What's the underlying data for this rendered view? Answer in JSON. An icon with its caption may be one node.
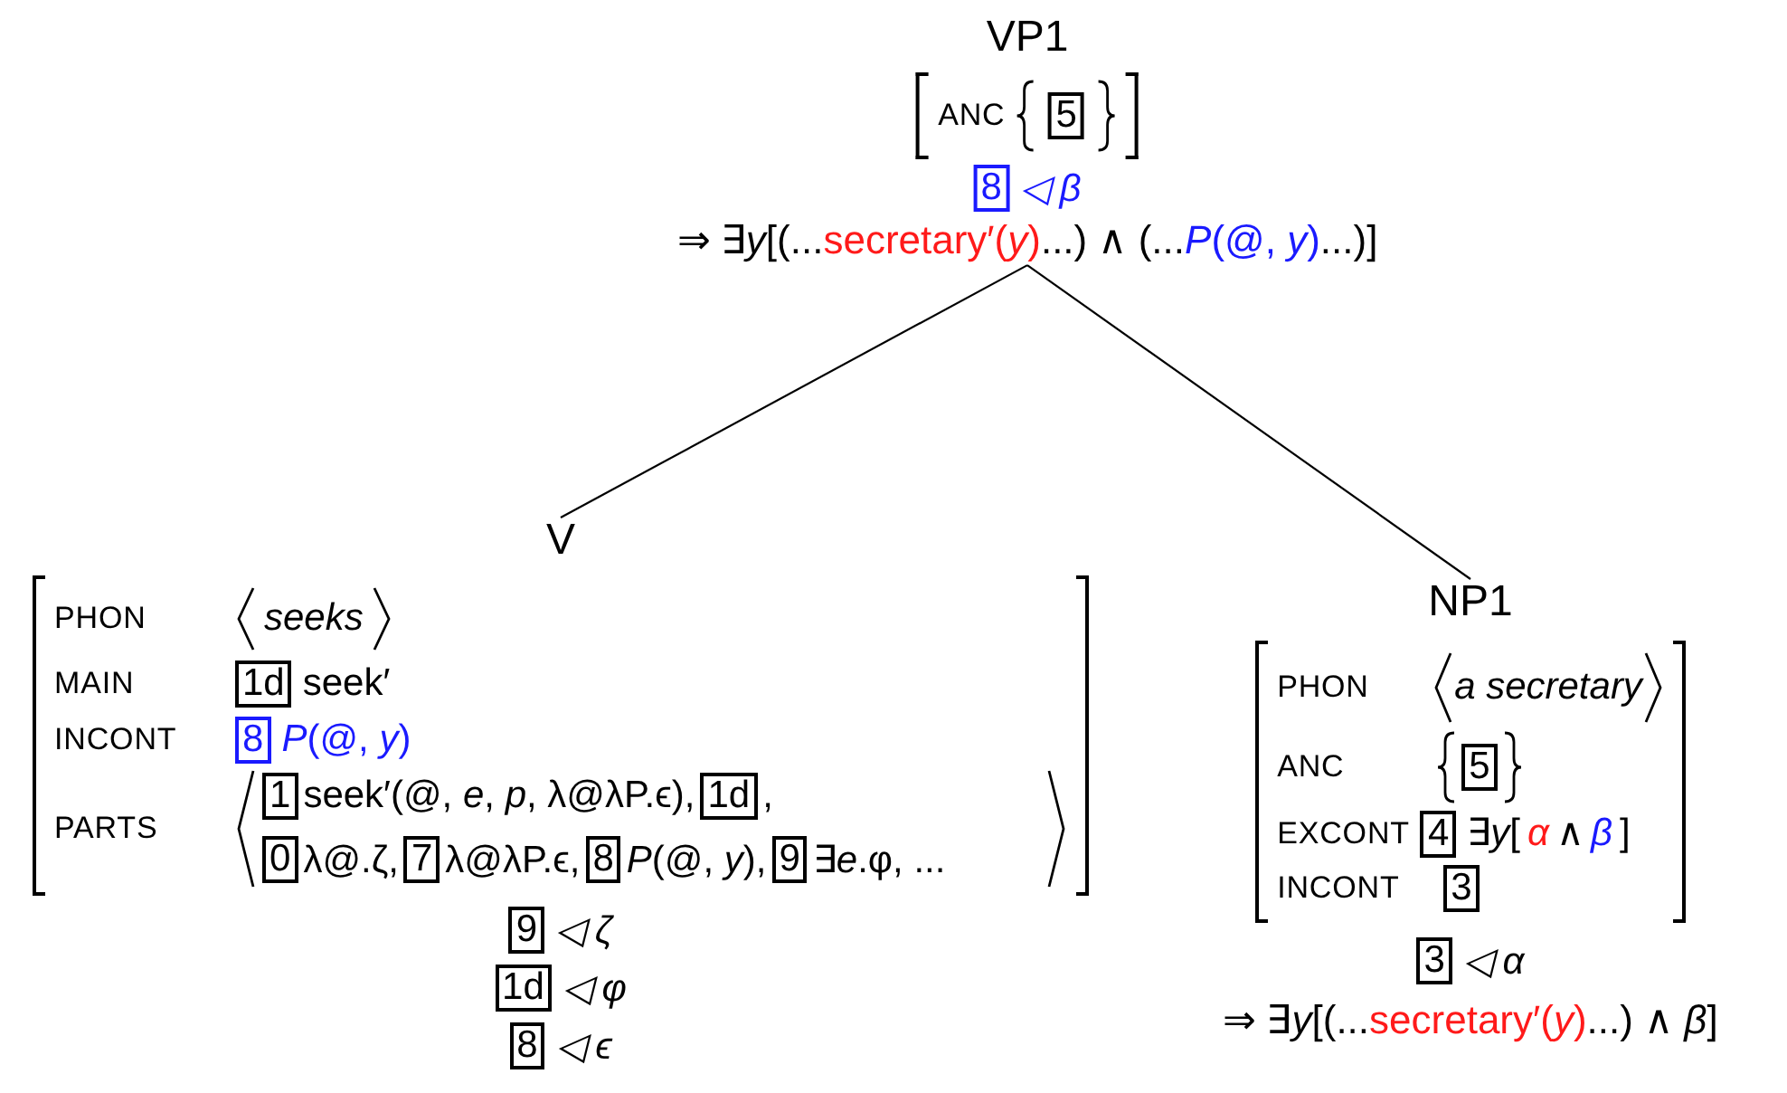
{
  "diagram": {
    "nodes": [
      {
        "text": [
          "VP1"
        ]
      },
      {
        "text": [
          "ANC"
        ]
      },
      {
        "text": [
          "5"
        ],
        "in": 1
      },
      {
        "text": [
          "8"
        ],
        "beside": [
          "◁ *β*"
        ]
      },
      {
        "text": [
          "⇒ ∃*y*[(...",
          "secretary′(*y*)",
          "...) ∧ (...",
          "*P*(@, *y*)",
          "...)]"
        ]
      },
      {
        "text": [
          "V"
        ]
      },
      {
        "text": [
          "PHON",
          "seeks",
          "MAIN",
          "seek′",
          "INCONT",
          "*P*(@, *y*)",
          "PARTS",
          "seek′(@, *e*, *p*, λ@λP.ϵ),",
          ",",
          "λ@.ζ,",
          "λ@λP.ϵ,",
          "*P*(@, *y*),",
          "∃*e*.φ, ..."
        ]
      },
      {
        "text": [
          "1d"
        ],
        "in": 6
      },
      {
        "text": [
          "8"
        ],
        "in": 6
      },
      {
        "text": [
          "1"
        ],
        "in": 6
      },
      {
        "text": [
          "1d"
        ],
        "in": 6
      },
      {
        "text": [
          "0"
        ],
        "in": 6
      },
      {
        "text": [
          "7"
        ],
        "in": 6
      },
      {
        "text": [
          "8"
        ],
        "in": 6
      },
      {
        "text": [
          "9"
        ],
        "in": 6
      },
      {
        "text": [
          "9"
        ],
        "beside": [
          "◁ ζ"
        ]
      },
      {
        "text": [
          "1d"
        ],
        "beside": [
          "◁ φ"
        ]
      },
      {
        "text": [
          "8"
        ],
        "beside": [
          "◁ ϵ"
        ]
      },
      {
        "text": [
          "NP1"
        ]
      },
      {
        "text": [
          "PHON",
          "a secretary",
          "ANC",
          "EXCONT",
          "∃*y*[",
          "α",
          "∧",
          "β",
          "]",
          "INCONT"
        ]
      },
      {
        "text": [
          "5"
        ],
        "in": 19
      },
      {
        "text": [
          "4"
        ],
        "in": 19
      },
      {
        "text": [
          "3"
        ],
        "in": 19
      },
      {
        "text": [
          "3"
        ],
        "beside": [
          "◁ α"
        ]
      }
    ],
    "edges": [
      {
        "from": 4,
        "to": 5,
        "arrow": "none"
      },
      {
        "from": 4,
        "to": 18,
        "arrow": "none"
      }
    ],
    "labels": [
      "⇒ ∃*y*[(...",
      "secretary′(*y*)",
      "...) ∧ *β*]"
    ]
  }
}
